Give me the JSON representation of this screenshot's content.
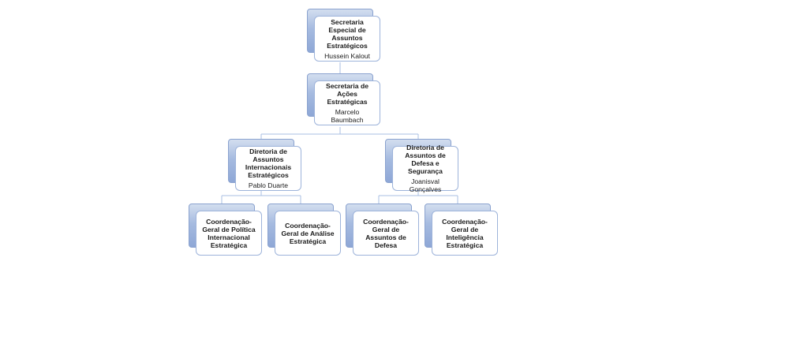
{
  "org_chart": {
    "root": {
      "title": "Secretaria Especial de Assuntos Estratégicos",
      "person": "Hussein Kalout"
    },
    "secretariat": {
      "title": "Secretaria de Ações Estratégicas",
      "person": "Marcelo Baumbach"
    },
    "directorates": [
      {
        "title": "Diretoria de Assuntos Internacionais Estratégicos",
        "person": "Pablo Duarte"
      },
      {
        "title": "Diretoria de Assuntos de Defesa e Segurança",
        "person": "Joanisval Gonçalves"
      }
    ],
    "coordinations": [
      {
        "title": "Coordenação-Geral de Política Internacional Estratégica"
      },
      {
        "title": "Coordenação-Geral de Análise Estratégica"
      },
      {
        "title": "Coordenação-Geral de Assuntos de Defesa"
      },
      {
        "title": "Coordenação-Geral de Inteligência Estratégica"
      }
    ]
  },
  "colors": {
    "box_fill": "#ffffff",
    "box_border": "#9db3da",
    "shadow_gradient_top": "#d3deef",
    "shadow_gradient_bottom": "#8ea7d6",
    "connector": "#a8bfe3"
  }
}
